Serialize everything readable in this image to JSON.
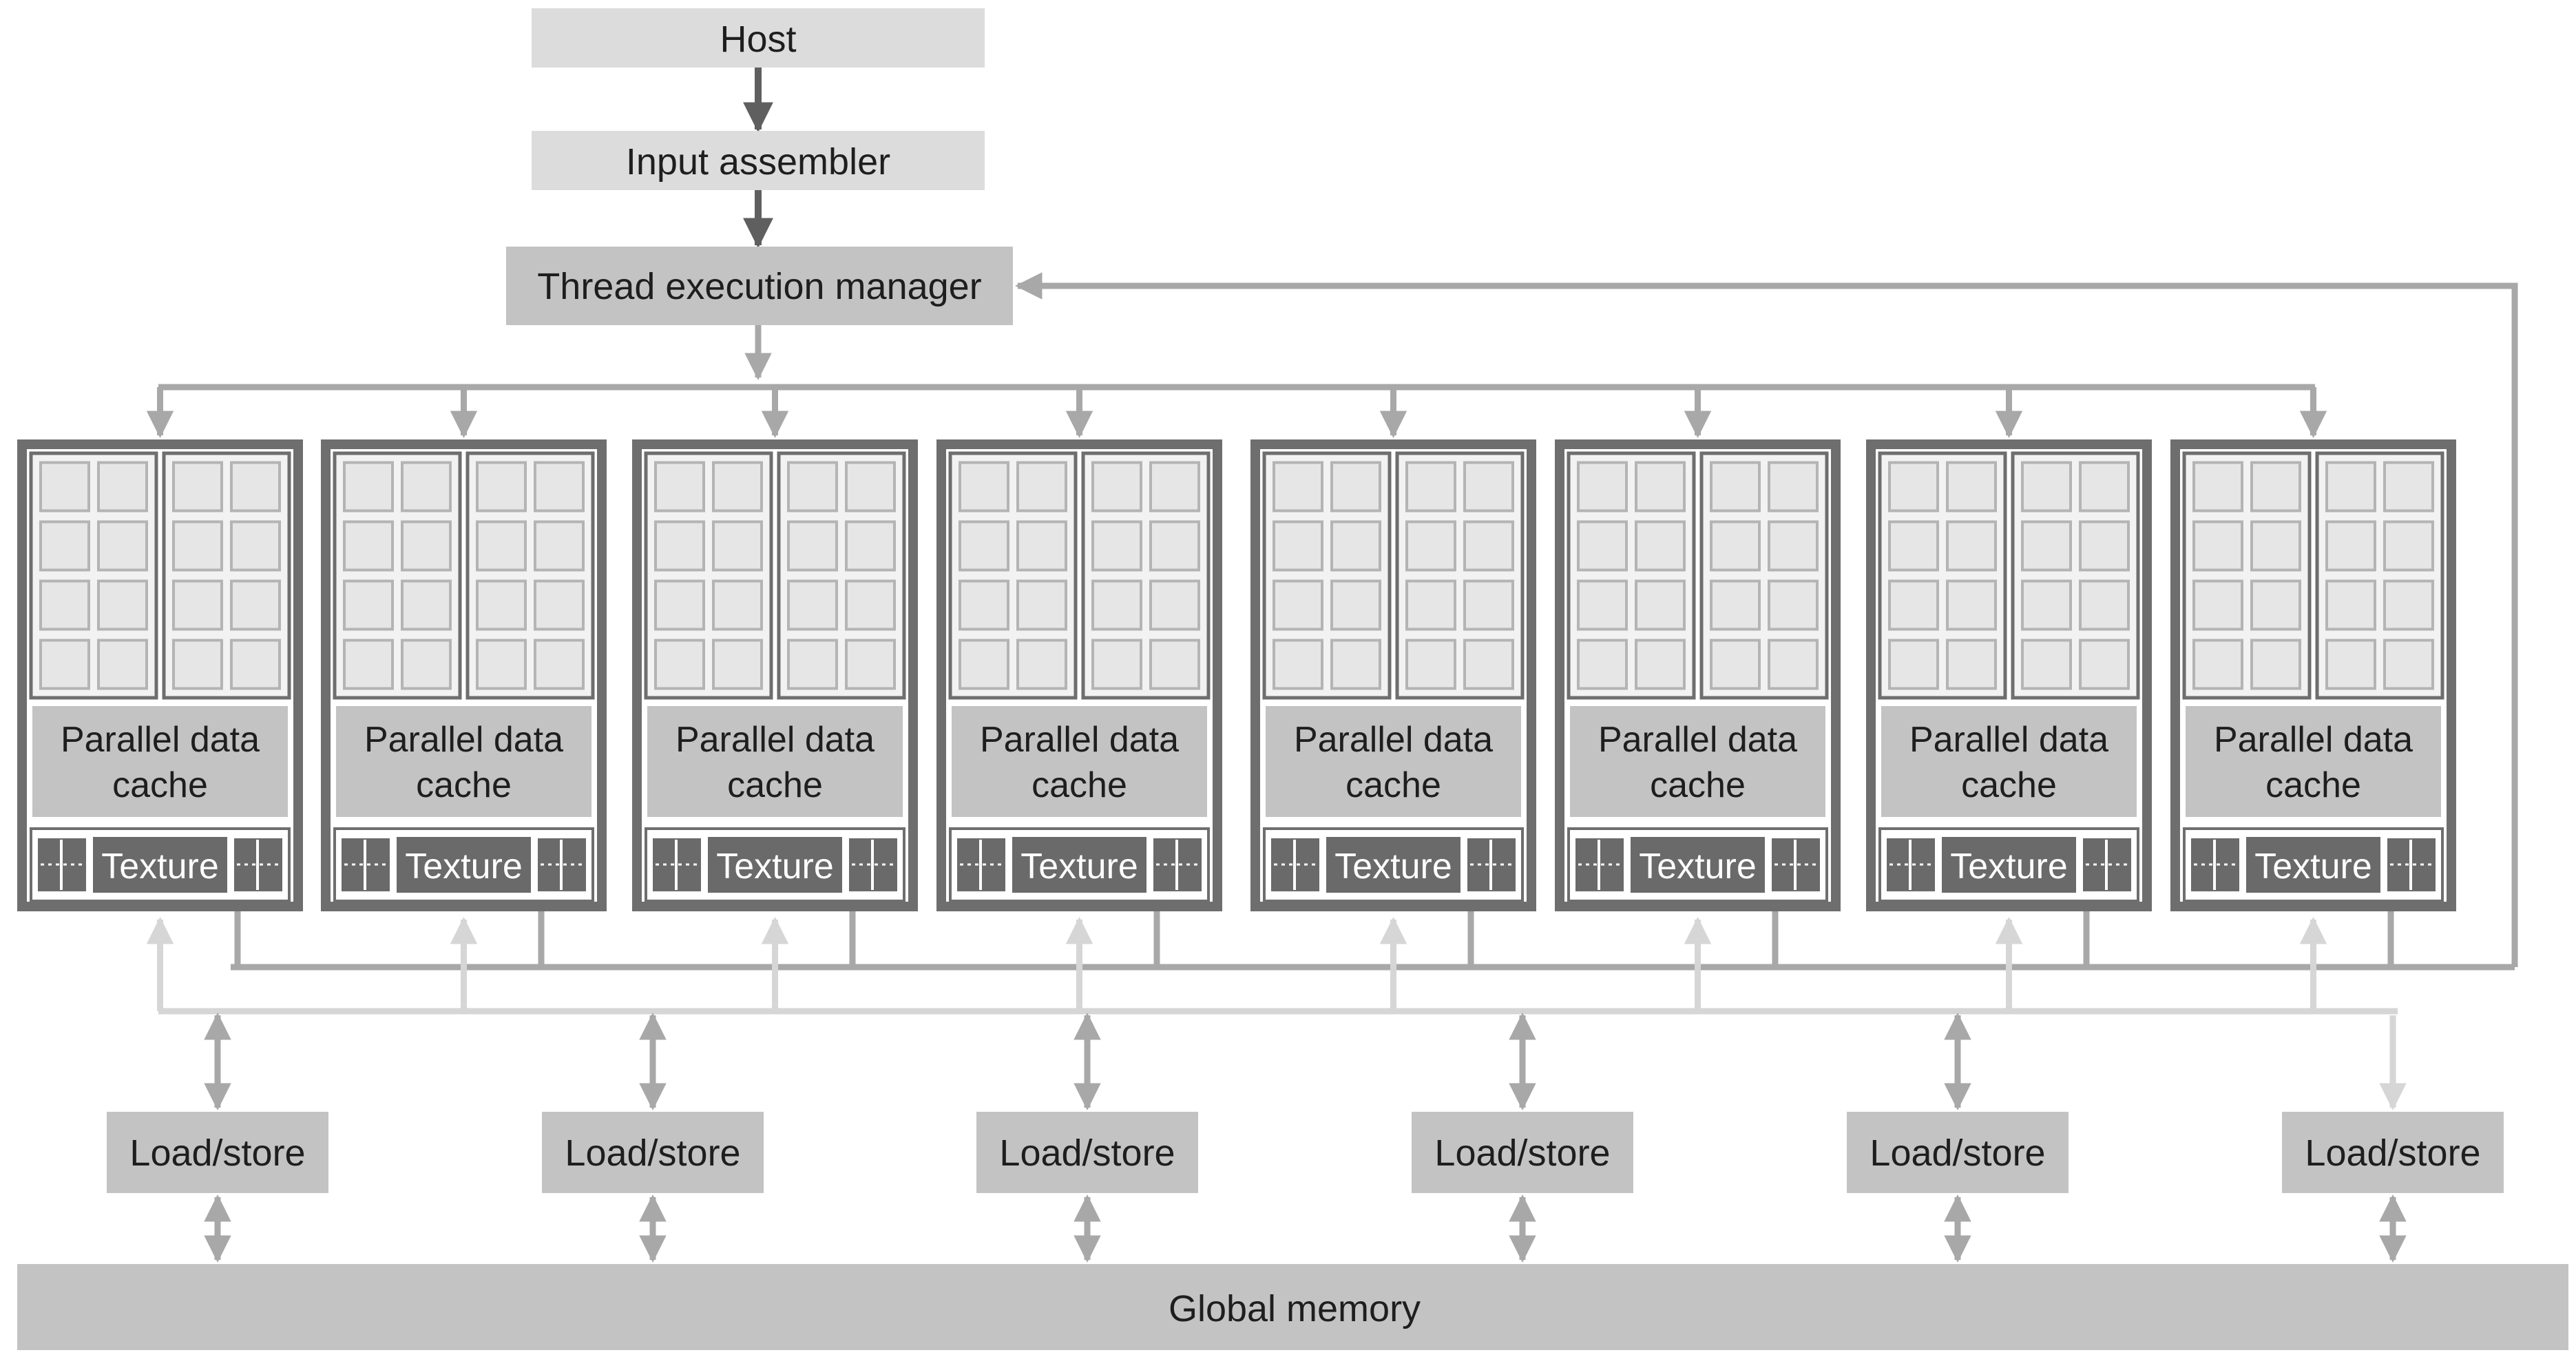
{
  "host": {
    "label": "Host"
  },
  "input_assembler": {
    "label": "Input assembler"
  },
  "thread_execution_manager": {
    "label": "Thread execution manager"
  },
  "multiprocessors": [
    {
      "cache_label": "Parallel data cache",
      "texture_label": "Texture"
    },
    {
      "cache_label": "Parallel data cache",
      "texture_label": "Texture"
    },
    {
      "cache_label": "Parallel data cache",
      "texture_label": "Texture"
    },
    {
      "cache_label": "Parallel data cache",
      "texture_label": "Texture"
    },
    {
      "cache_label": "Parallel data cache",
      "texture_label": "Texture"
    },
    {
      "cache_label": "Parallel data cache",
      "texture_label": "Texture"
    },
    {
      "cache_label": "Parallel data cache",
      "texture_label": "Texture"
    },
    {
      "cache_label": "Parallel data cache",
      "texture_label": "Texture"
    }
  ],
  "load_store_units": [
    {
      "label": "Load/store"
    },
    {
      "label": "Load/store"
    },
    {
      "label": "Load/store"
    },
    {
      "label": "Load/store"
    },
    {
      "label": "Load/store"
    },
    {
      "label": "Load/store"
    }
  ],
  "global_memory": {
    "label": "Global memory"
  },
  "colors": {
    "light_box": "#dcdcdc",
    "mid_box": "#c3c3c3",
    "sm_frame": "#6e6e6e",
    "texture_box": "#6a6a6a",
    "dark_arrow": "#5f5f5f",
    "mid_arrow": "#a8a8a8",
    "light_arrow": "#d6d6d6"
  }
}
